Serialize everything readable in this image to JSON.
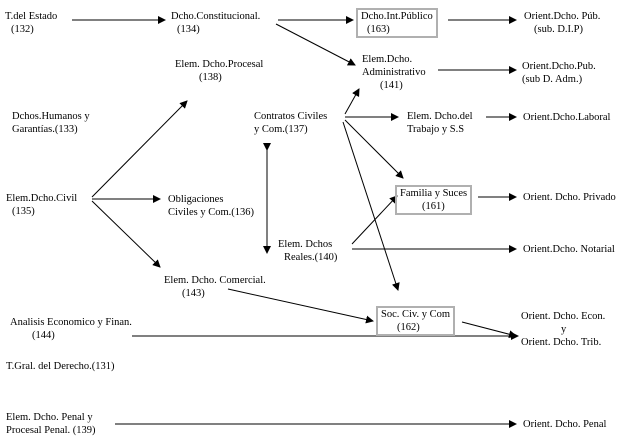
{
  "nodes": {
    "t_estado": {
      "l1": "T.del Estado",
      "l2": "(132)"
    },
    "dcho_constitucional": {
      "l1": "Dcho.Constitucional.",
      "l2": "(134)"
    },
    "dcho_int_publico": {
      "l1": "Dcho.Int.Público",
      "l2": "(163)"
    },
    "orient_dip": {
      "l1": "Orient.Dcho. Púb.",
      "l2": "(sub. D.I.P)"
    },
    "elem_dcho_procesal": {
      "l1": "Elem. Dcho.Procesal",
      "l2": "(138)"
    },
    "elem_dcho_administrativo": {
      "l1": "Elem.Dcho.",
      "l2": "Administrativo",
      "l3": "(141)"
    },
    "orient_dcho_pub_adm": {
      "l1": "Orient.Dcho.Pub.",
      "l2": "(sub D. Adm.)"
    },
    "dchos_humanos": {
      "l1": "Dchos.Humanos y",
      "l2": "Garantías.(133)"
    },
    "contratos_civiles": {
      "l1": "Contratos Civiles",
      "l2": "y Com.(137)"
    },
    "elem_dcho_trabajo": {
      "l1": "Elem. Dcho.del",
      "l2": "Trabajo y S.S"
    },
    "orient_dcho_laboral": {
      "l1": "Orient.Dcho.Laboral"
    },
    "elem_dcho_civil": {
      "l1": "Elem.Dcho.Civil",
      "l2": "(135)"
    },
    "obligaciones": {
      "l1": "Obligaciones",
      "l2": "Civiles y Com.(136)"
    },
    "familia_suces": {
      "l1": "Familia y Suces",
      "l2": "(161)"
    },
    "orient_dcho_privado": {
      "l1": "Orient. Dcho. Privado"
    },
    "elem_dchos_reales": {
      "l1": "Elem. Dchos",
      "l2": "Reales.(140)"
    },
    "orient_dcho_notarial": {
      "l1": "Orient.Dcho. Notarial"
    },
    "elem_dcho_comercial": {
      "l1": "Elem. Dcho. Comercial.",
      "l2": "(143)"
    },
    "soc_civ_com": {
      "l1": "Soc. Civ. y Com",
      "l2": "(162)"
    },
    "analisis_economico": {
      "l1": "Analisis Economico y Finan.",
      "l2": "(144)"
    },
    "orient_econ_trib": {
      "l1": "Orient. Dcho. Econ.",
      "l2": "y",
      "l3": "Orient. Dcho. Trib."
    },
    "t_gral_derecho": {
      "l1": "T.Gral. del Derecho.(131)"
    },
    "elem_dcho_penal": {
      "l1": "Elem. Dcho. Penal y",
      "l2": "Procesal Penal. (139)"
    },
    "orient_dcho_penal": {
      "l1": "Orient. Dcho. Penal"
    }
  },
  "style": {
    "line_color": "#000000",
    "box_border_color": "#b0b0b0"
  }
}
